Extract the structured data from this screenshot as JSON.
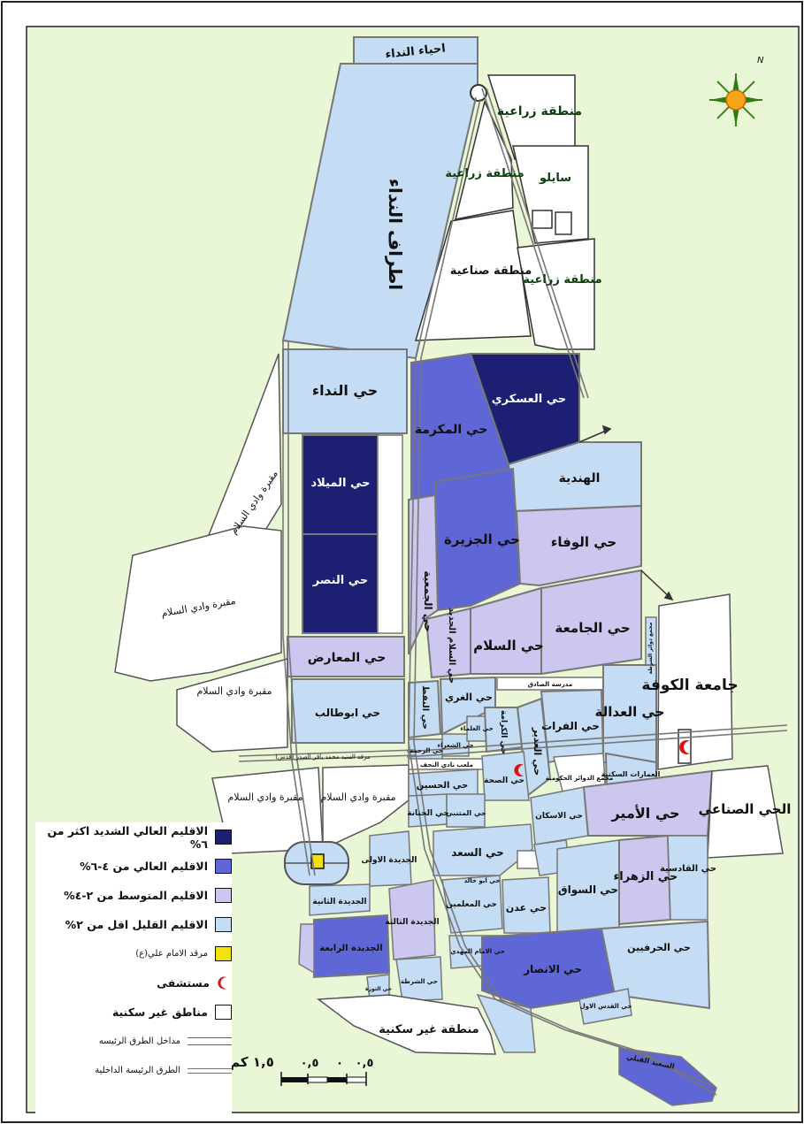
{
  "colors": {
    "very_high": "#1c1f72",
    "high": "#5f66d6",
    "medium": "#cbc7ee",
    "low": "#c4dcf4",
    "non_residential": "#ffffff",
    "shrine": "#f2e20a",
    "hospital": "#e01010",
    "background": "#eaf7d6"
  },
  "districts": {
    "ahyaa_nidaa": "احياء النداء",
    "atraf_nidaa": "اطراف النداء",
    "nidaa": "حي النداء",
    "maydan": "حي الميلاد",
    "nasr": "حي النصر",
    "maarid": "حي المعارض",
    "abu_talib": "حي ابوطالب",
    "mukarrama": "حي المكرمة",
    "askari": "حي العسكري",
    "hindiya": "الهندية",
    "jazeera": "حي الجزيرة",
    "wafaa": "حي الوفاء",
    "jamiya": "حي الجمعية",
    "salam_jadeed": "حي السلام الجديد",
    "salam": "حي السلام",
    "jamia": "حي الجامعة",
    "ghari": "حي الغري",
    "naft": "حي النفط",
    "furat": "حي الفرات",
    "adala": "حي العدالة",
    "ghadeer": "حي الغدير",
    "imarat": "العمارات السكنية",
    "karama": "حي الكرامة",
    "hussein": "حي الحسين",
    "hanana": "حي الحنانة",
    "sihha": "حي الصحة",
    "iskan": "حي الاسكان",
    "amir": "حي الأمير",
    "sinai": "الحي الصناعي",
    "saad": "حي السعد",
    "jadida1": "الجديدة الاولى",
    "jadida2": "الجديدة الثانية",
    "jadida3": "الجديدة الثالثة",
    "jadida4": "الجديدة الرابعة",
    "muallimin": "حي المعلمين",
    "adan": "حي عدن",
    "sawwaq": "حي السواق",
    "zahraa": "حي الزهراء",
    "qadisiya": "حي القادسية",
    "herafiyin": "حي الحرفيين",
    "ansar": "حي الانصار",
    "shurta": "حي الشرطة",
    "thawra": "حي الثورة",
    "qudus": "حي القدس الاول",
    "abu_khalid": "حي ابو خالد",
    "imam_mahdi": "حي الامام المهدي",
    "rahma": "حي الرحمة",
    "shuara": "حي الشعراء",
    "ulamaa": "حي العلماء",
    "mutanabbi": "حي المتنبي"
  },
  "areas": {
    "agri1": "منطقة زراعية",
    "agri2": "منطقة زراعية",
    "agri3": "منطقة زراعية",
    "industrial": "منطقة صناعية",
    "silo": "سايلو",
    "cemetery1": "مقبرة وادي السلام",
    "cemetery2": "مقبرة وادي السلام",
    "cemetery3": "مقبرة وادي السلام",
    "cemetery4": "مقبرة وادي السلام",
    "cemetery5": "مقبرة وادي السلام",
    "kufa_univ": "جامعة الكوفة",
    "non_res_zone": "منطقة غير سكنية",
    "stadium": "ملعب نادي النجف",
    "sadr_hospital": "مرقد السيد محمد باقر الصدر (قدس)",
    "school": "مدرسة الصادق",
    "complex": "مجمع الدوائر الحكومية",
    "saeed": "السعيد القبلي",
    "police_complex": "مجمع دوائر الشرطة"
  },
  "legend": {
    "very_high": "الاقليم العالي الشديد اكثر من ٦%",
    "high": "الاقليم العالي من ٤-٦%",
    "medium": "الاقليم المتوسط من ٢-٤%",
    "low": "الاقليم القليل اقل من ٢%",
    "shrine": "مرقد الامام علي(ع)",
    "hospital": "مستشفى",
    "non_residential": "مناطق غير سكنية",
    "road_entrances": "مداخل الطرق الرئيسه",
    "road_internal": "الطرق الرئيسة الداخلية"
  },
  "scale": {
    "unit": "١,٥ كم",
    "mid": "٠,٥",
    "zero": "٠",
    "right": "٠,٥"
  },
  "north": "N"
}
